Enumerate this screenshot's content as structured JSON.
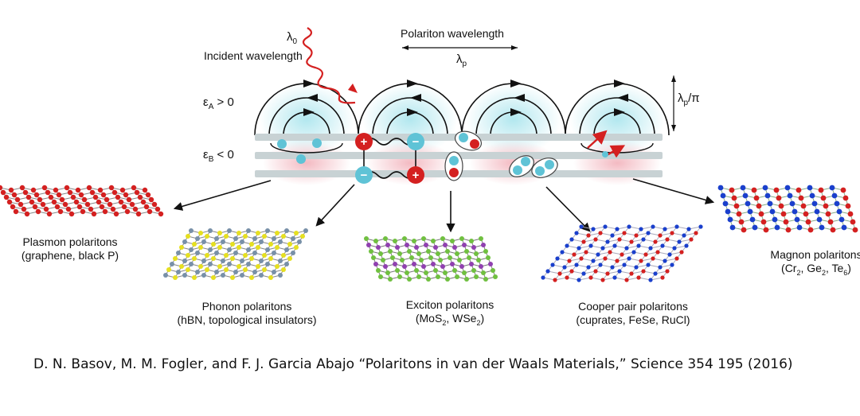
{
  "top": {
    "lambda0": "λ0",
    "incident_label": "Incident wavelength",
    "polariton_label": "Polariton wavelength",
    "lambda_p": "λp",
    "lambda_p_over_pi": "λp/π",
    "eps_a": "εA > 0",
    "eps_b": "εB < 0"
  },
  "materials": [
    {
      "name": "Plasmon polaritons",
      "detail": "(graphene, black P)"
    },
    {
      "name": "Phonon polaritons",
      "detail": "(hBN, topological insulators)"
    },
    {
      "name": "Exciton polaritons",
      "detail": "(MoS2, WSe2)"
    },
    {
      "name": "Cooper pair polaritons",
      "detail": "(cuprates, FeSe, RuCl)"
    },
    {
      "name": "Magnon polaritons",
      "detail": "(Cr2, Ge2, Te6)"
    }
  ],
  "citation": "D. N. Basov, M. M. Fogler, and F. J. Garcia Abajo “Polaritons in van der Waals Materials,” Science 354 195 (2016)",
  "colors": {
    "red": "#d42020",
    "blue": "#2a6fd6",
    "cyan": "#5fc3d6",
    "slab": "#c8d2d4",
    "glow_pink": "#f4c3c8",
    "glow_cyan": "#bfe8ee"
  }
}
